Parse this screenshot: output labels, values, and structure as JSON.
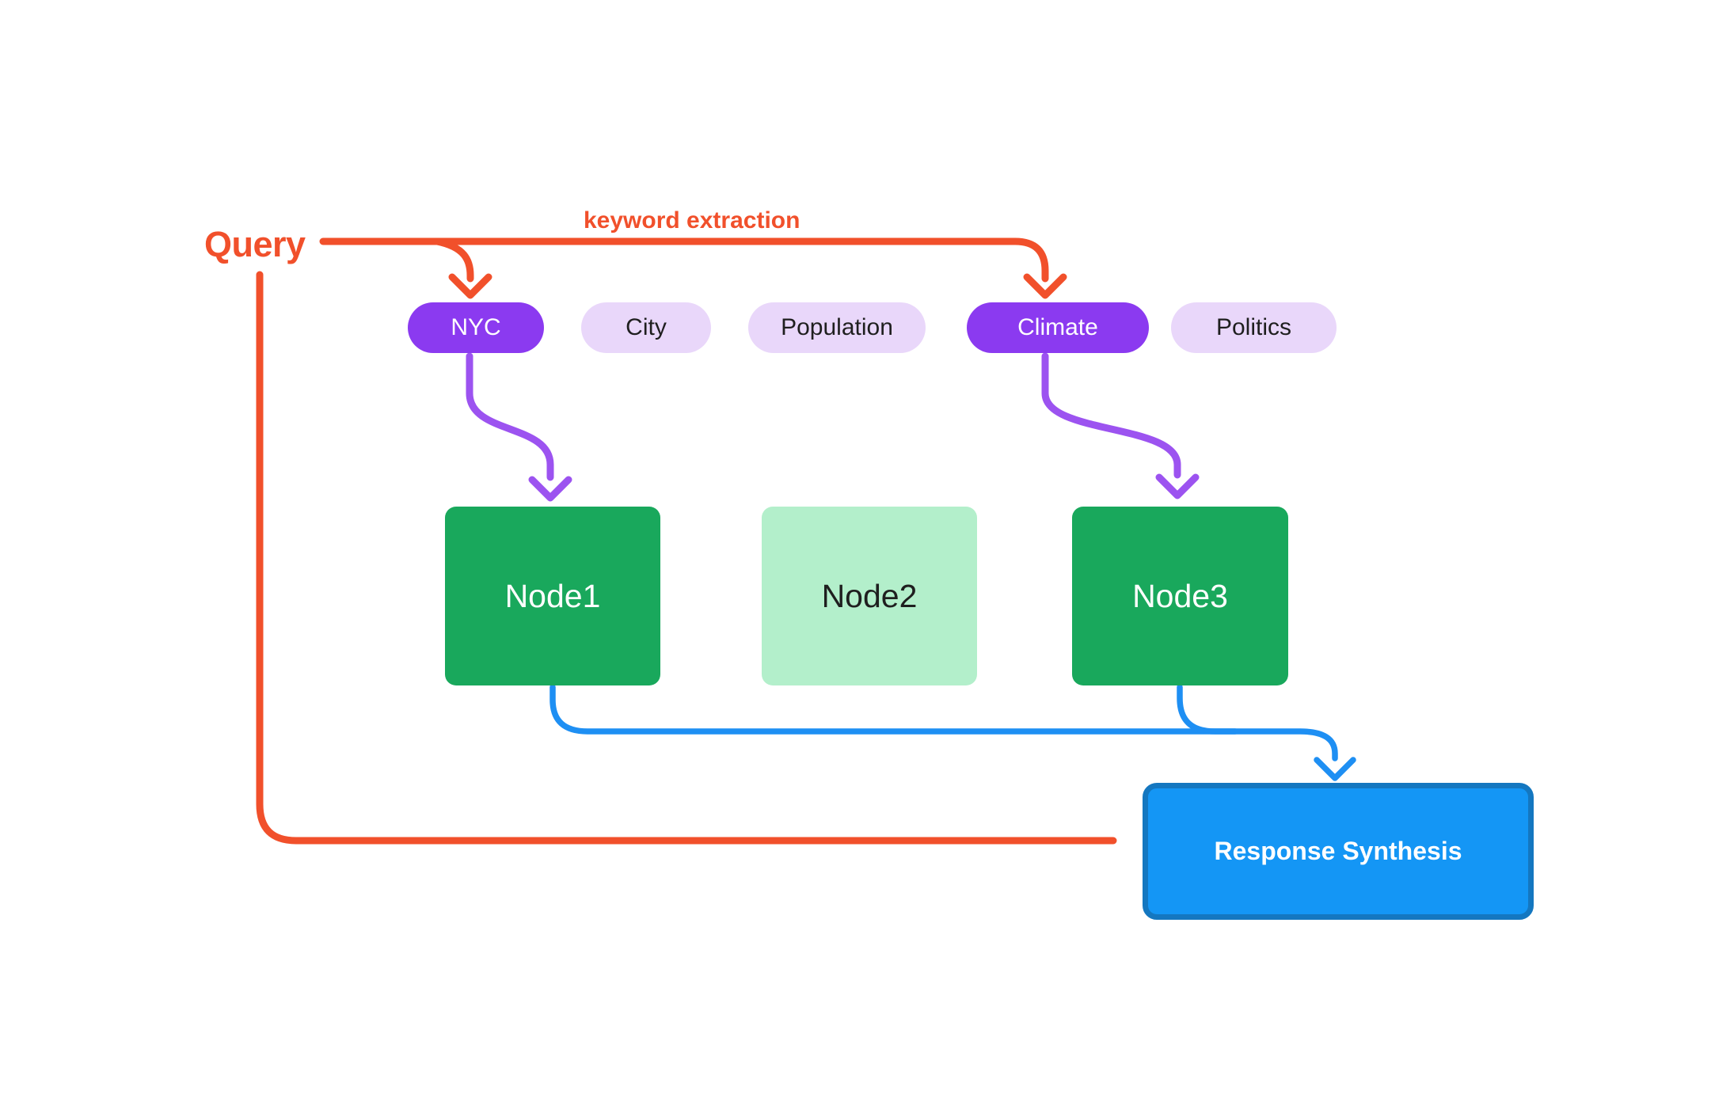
{
  "diagram": {
    "query_label": "Query",
    "edge_label": "keyword extraction",
    "keywords": [
      {
        "label": "NYC",
        "state": "selected"
      },
      {
        "label": "City",
        "state": "unselected"
      },
      {
        "label": "Population",
        "state": "unselected"
      },
      {
        "label": "Climate",
        "state": "selected"
      },
      {
        "label": "Politics",
        "state": "unselected"
      }
    ],
    "nodes": [
      {
        "label": "Node1",
        "state": "selected"
      },
      {
        "label": "Node2",
        "state": "unselected"
      },
      {
        "label": "Node3",
        "state": "selected"
      }
    ],
    "response_label": "Response Synthesis"
  },
  "colors": {
    "orange": "#F1502B",
    "purple-strong": "#8B3AF0",
    "purple-arrow": "#9C53F0",
    "lavender": "#E9D7FA",
    "green-strong": "#19A85C",
    "green-light": "#B3EFCB",
    "blue-fill": "#1496F5",
    "blue-border": "#1477C0",
    "blue-arrow": "#1E8FF3",
    "text-dark": "#1F1F1F",
    "text-light": "#FFFFFF"
  }
}
